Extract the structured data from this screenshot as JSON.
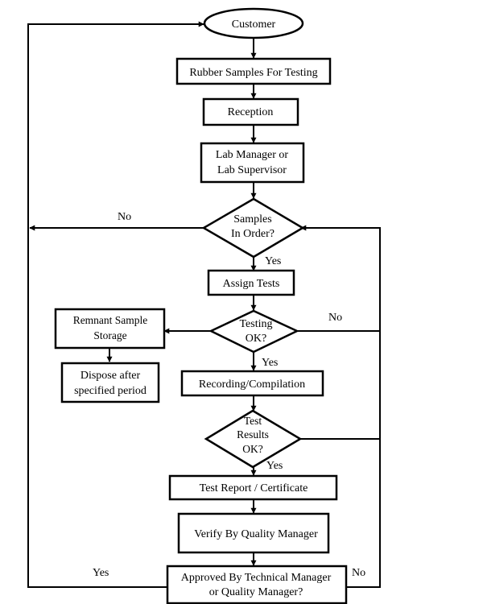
{
  "flowchart": {
    "customer": "Customer",
    "rubber_samples": "Rubber Samples For Testing",
    "reception": "Reception",
    "lab_manager": [
      "Lab Manager or",
      "Lab Supervisor"
    ],
    "samples_in_order": [
      "Samples",
      "In Order?"
    ],
    "assign_tests": "Assign Tests",
    "testing_ok": [
      "Testing",
      "OK?"
    ],
    "remnant_storage": [
      "Remnant Sample",
      "Storage"
    ],
    "dispose": [
      "Dispose after",
      "specified period"
    ],
    "recording": "Recording/Compilation",
    "test_results_ok": [
      "Test",
      "Results",
      "OK?"
    ],
    "test_report": "Test Report / Certificate",
    "verify": "Verify By Quality Manager",
    "approved": [
      "Approved By Technical Manager",
      "or Quality Manager?"
    ]
  },
  "edges": {
    "no": "No",
    "yes": "Yes"
  }
}
